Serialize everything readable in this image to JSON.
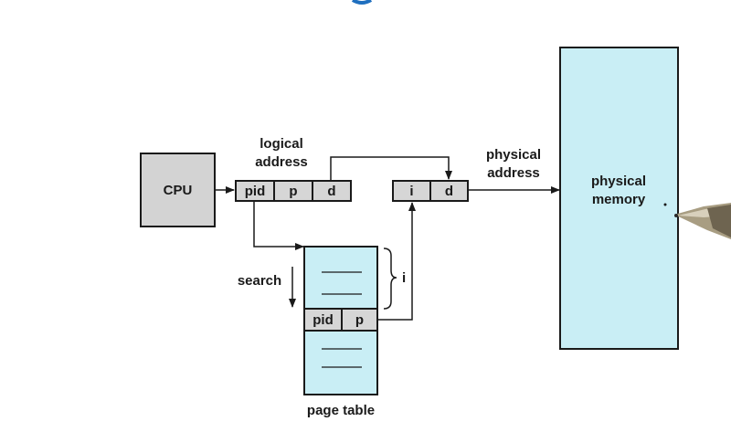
{
  "colors": {
    "title_accent": "#1f6fbf",
    "cpu_fill": "#d3d3d3",
    "cell_fill": "#d6d6d6",
    "page_table_fill": "#c9eef5",
    "physical_memory_fill": "#c9eef5",
    "stroke": "#1a1a1a"
  },
  "cpu": {
    "label": "CPU"
  },
  "logical_address": {
    "label_line1": "logical",
    "label_line2": "address",
    "fields": [
      "pid",
      "p",
      "d"
    ]
  },
  "physical_address": {
    "label_line1": "physical",
    "label_line2": "address",
    "fields": [
      "i",
      "d"
    ]
  },
  "physical_memory": {
    "label_line1": "physical",
    "label_line2": "memory"
  },
  "page_table": {
    "label": "page table",
    "entry_fields": [
      "pid",
      "p"
    ],
    "brace_label": "i"
  },
  "search_label": "search",
  "pen_icon": "pen-tip-icon"
}
